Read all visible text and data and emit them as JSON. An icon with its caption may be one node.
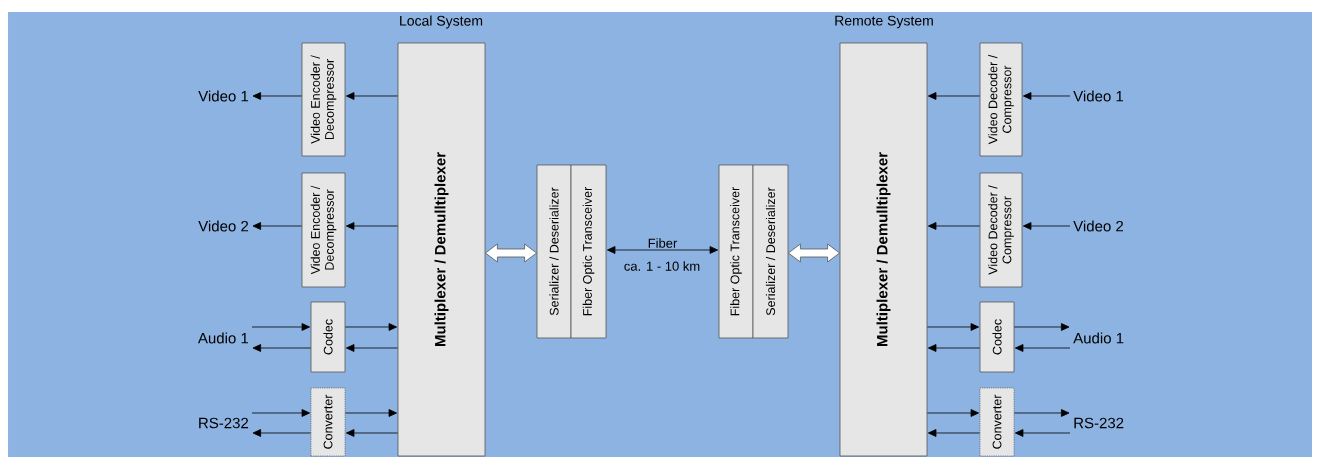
{
  "diagram": {
    "nodes": [
      {
        "text": [
          "Video 1"
        ]
      },
      {
        "text": [
          "Video Encoder / Decompressor"
        ]
      },
      {
        "text": [
          "Video 2"
        ]
      },
      {
        "text": [
          "Video Encoder / Decompressor"
        ]
      },
      {
        "text": [
          "Audio 1"
        ]
      },
      {
        "text": [
          "Codec"
        ]
      },
      {
        "text": [
          "RS-232"
        ]
      },
      {
        "text": [
          "Converter"
        ]
      },
      {
        "text": [
          "Multiplexer / Demulltiplexer"
        ]
      },
      {
        "text": [
          "Serializer / Deserializer"
        ]
      },
      {
        "text": [
          "Fiber Optic Transceiver"
        ]
      },
      {
        "text": [
          "Fiber Optic Transceiver"
        ]
      },
      {
        "text": [
          "Serializer / Deserializer"
        ]
      },
      {
        "text": [
          "Multiplexer / Demulltiplexer"
        ]
      },
      {
        "text": [
          "Video Decoder / Compressor"
        ]
      },
      {
        "text": [
          "Video 1"
        ]
      },
      {
        "text": [
          "Video Decoder / Compressor"
        ]
      },
      {
        "text": [
          "Video 2"
        ]
      },
      {
        "text": [
          "Codec"
        ]
      },
      {
        "text": [
          "Audio 1"
        ]
      },
      {
        "text": [
          "Converter"
        ]
      },
      {
        "text": [
          "RS-232"
        ]
      }
    ],
    "edges": [
      {
        "from": 8,
        "to": 1,
        "arrow": "to"
      },
      {
        "from": 1,
        "to": 0,
        "arrow": "to"
      },
      {
        "from": 8,
        "to": 3,
        "arrow": "to"
      },
      {
        "from": 3,
        "to": 2,
        "arrow": "to"
      },
      {
        "from": 4,
        "to": 5,
        "arrow": "to"
      },
      {
        "from": 5,
        "to": 8,
        "arrow": "to"
      },
      {
        "from": 8,
        "to": 5,
        "arrow": "to"
      },
      {
        "from": 5,
        "to": 4,
        "arrow": "to"
      },
      {
        "from": 6,
        "to": 7,
        "arrow": "to"
      },
      {
        "from": 7,
        "to": 8,
        "arrow": "to"
      },
      {
        "from": 8,
        "to": 7,
        "arrow": "to"
      },
      {
        "from": 7,
        "to": 6,
        "arrow": "to"
      },
      {
        "from": 8,
        "to": 9,
        "arrow": "both",
        "style": "thick"
      },
      {
        "from": 10,
        "to": 11,
        "arrow": "both",
        "label": "Fiber"
      },
      {
        "from": 12,
        "to": 13,
        "arrow": "both",
        "style": "thick"
      },
      {
        "from": 15,
        "to": 14,
        "arrow": "to"
      },
      {
        "from": 14,
        "to": 13,
        "arrow": "to"
      },
      {
        "from": 17,
        "to": 16,
        "arrow": "to"
      },
      {
        "from": 16,
        "to": 13,
        "arrow": "to"
      },
      {
        "from": 13,
        "to": 18,
        "arrow": "to"
      },
      {
        "from": 18,
        "to": 19,
        "arrow": "to"
      },
      {
        "from": 19,
        "to": 18,
        "arrow": "to"
      },
      {
        "from": 18,
        "to": 13,
        "arrow": "to"
      },
      {
        "from": 13,
        "to": 20,
        "arrow": "to"
      },
      {
        "from": 20,
        "to": 21,
        "arrow": "to"
      },
      {
        "from": 21,
        "to": 20,
        "arrow": "to"
      },
      {
        "from": 20,
        "to": 13,
        "arrow": "to"
      }
    ],
    "labels": [
      "Local System",
      "Remote System",
      "ca. 1 - 10 km"
    ]
  }
}
